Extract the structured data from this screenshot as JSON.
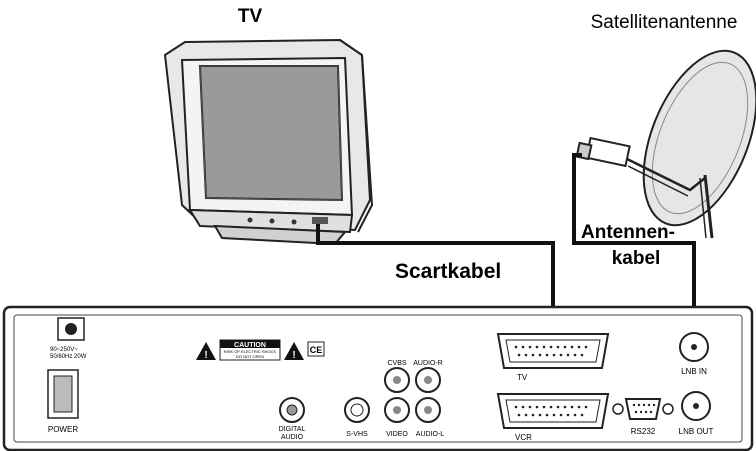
{
  "labels": {
    "tv": "TV",
    "satellite": "Satellitenantenne",
    "scart_cable": "Scartkabel",
    "antenna_cable_line1": "Antennen-",
    "antenna_cable_line2": "kabel"
  },
  "receiver": {
    "power_spec_line1": "90~250V~",
    "power_spec_line2": "50/60Hz 20W",
    "power": "POWER",
    "caution": "CAUTION",
    "caution_sub_line1": "RISK OF ELECTRIC SHOCK",
    "caution_sub_line2": "DO NOT OPEN",
    "ce_mark": "CE",
    "digital_audio_line1": "DIGITAL",
    "digital_audio_line2": "AUDIO",
    "svhs": "S-VHS",
    "cvbs": "CVBS",
    "video": "VIDEO",
    "audio_r": "AUDIO-R",
    "audio_l": "AUDIO-L",
    "tv_scart": "TV",
    "vcr_scart": "VCR",
    "rs232": "RS232",
    "lnb_in": "LNB IN",
    "lnb_out": "LNB OUT"
  }
}
